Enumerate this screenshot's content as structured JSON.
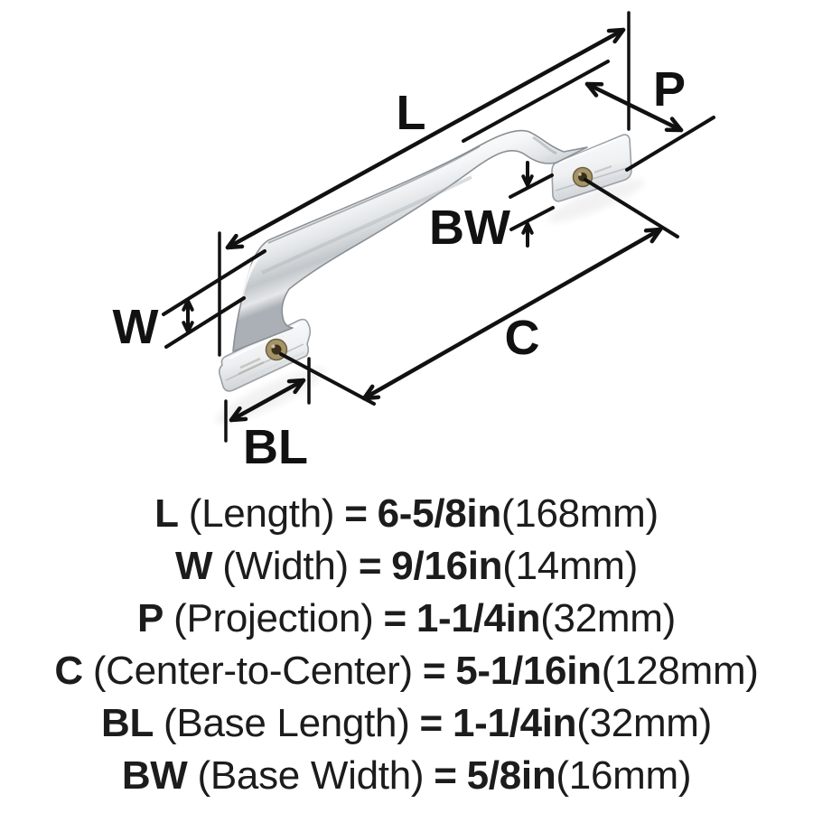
{
  "diagram": {
    "labels": {
      "l": "L",
      "w": "W",
      "p": "P",
      "c": "C",
      "bl": "BL",
      "bw": "BW"
    }
  },
  "specs": [
    {
      "code": "L",
      "name": "(Length)",
      "eq": "=",
      "imperial": "6-5/8in",
      "metric": "(168mm)"
    },
    {
      "code": "W",
      "name": "(Width)",
      "eq": "=",
      "imperial": "9/16in",
      "metric": "(14mm)"
    },
    {
      "code": "P",
      "name": "(Projection)",
      "eq": "=",
      "imperial": "1-1/4in",
      "metric": "(32mm)"
    },
    {
      "code": "C",
      "name": "(Center-to-Center)",
      "eq": "=",
      "imperial": "5-1/16in",
      "metric": "(128mm)"
    },
    {
      "code": "BL",
      "name": "(Base Length)",
      "eq": "=",
      "imperial": "1-1/4in",
      "metric": "(32mm)"
    },
    {
      "code": "BW",
      "name": "(Base Width)",
      "eq": "=",
      "imperial": "5/8in",
      "metric": "(16mm)"
    }
  ],
  "colors": {
    "line": "#111111",
    "background": "#ffffff",
    "chrome_light": "#ffffff",
    "chrome_dark": "#aab0b5",
    "screw_outer": "#a4946a",
    "screw_inner": "#3a2f1a"
  }
}
